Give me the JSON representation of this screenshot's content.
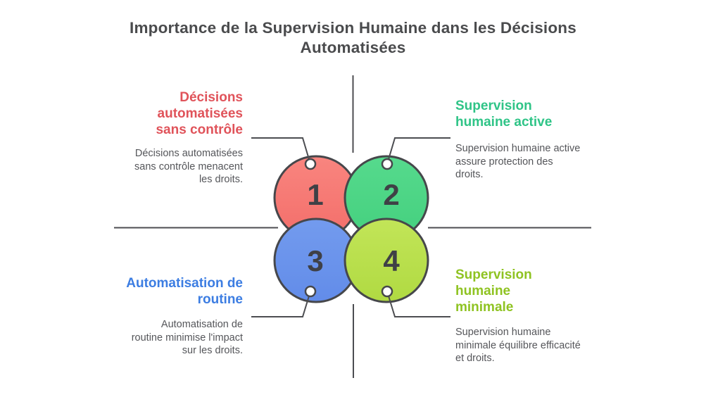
{
  "title": "Importance de la Supervision Humaine dans les Décisions Automatisées",
  "diagram": {
    "type": "venn-4-circles",
    "palette": {
      "title_color": "#4a4b4d",
      "body_text_color": "#55565a",
      "outline_color": "#46474b",
      "leader_line_color": "#4c4d51",
      "number_color": "#3f4046"
    },
    "items": [
      {
        "number": "1",
        "heading": "Décisions automatisées sans contrôle",
        "heading_color": "#e0535a",
        "body": "Décisions automatisées sans contrôle menacent les droits.",
        "circle_color": "#f4736e"
      },
      {
        "number": "2",
        "heading": "Supervision humaine active",
        "heading_color": "#2fc487",
        "body": "Supervision humaine active assure protection des droits.",
        "circle_color": "#4cd385"
      },
      {
        "number": "3",
        "heading": "Automatisation de routine",
        "heading_color": "#3c7de2",
        "body": "Automatisation de routine minimise l'impact sur les droits.",
        "circle_color": "#6992ea"
      },
      {
        "number": "4",
        "heading": "Supervision humaine minimale",
        "heading_color": "#8fc322",
        "body": "Supervision humaine minimale équilibre efficacité et droits.",
        "circle_color": "#b8df4a"
      }
    ]
  }
}
